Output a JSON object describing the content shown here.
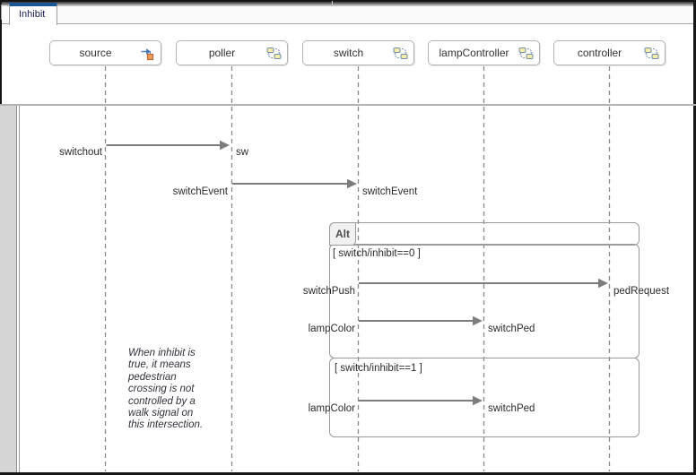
{
  "tab": {
    "label": "Inhibit"
  },
  "diagram": {
    "lifelines": [
      {
        "name": "source",
        "icon": "source-input-icon"
      },
      {
        "name": "poller",
        "icon": "stateflow-chart-icon"
      },
      {
        "name": "switch",
        "icon": "stateflow-chart-icon"
      },
      {
        "name": "lampController",
        "icon": "stateflow-chart-icon"
      },
      {
        "name": "controller",
        "icon": "stateflow-chart-icon"
      }
    ],
    "messages": [
      {
        "from": "source",
        "to": "poller",
        "send_label": "switchout",
        "receive_label": "sw"
      },
      {
        "from": "poller",
        "to": "switch",
        "send_label": "switchEvent",
        "receive_label": "switchEvent"
      },
      {
        "from": "switch",
        "to": "controller",
        "send_label": "switchPush",
        "receive_label": "pedRequest",
        "fragment": "Alt",
        "operand": 0
      },
      {
        "from": "switch",
        "to": "lampController",
        "send_label": "lampColor",
        "receive_label": "switchPed",
        "fragment": "Alt",
        "operand": 0
      },
      {
        "from": "switch",
        "to": "lampController",
        "send_label": "lampColor",
        "receive_label": "switchPed",
        "fragment": "Alt",
        "operand": 1
      }
    ],
    "fragment": {
      "operator": "Alt",
      "operands": [
        {
          "guard": "[ switch/inhibit==0 ]"
        },
        {
          "guard": "[ switch/inhibit==1 ]"
        }
      ]
    },
    "annotation": {
      "text": "When inhibit is\ntrue, it means\npedestrian\ncrossing is not\ncontrolled by a\nwalk signal on\nthis intersection."
    }
  },
  "colors": {
    "tab_accent": "#1a5796",
    "arrow": "#7d7d7d",
    "head_border": "#b4b4b4",
    "fragment_border": "#9b9b9b",
    "lifeline": "#8a8a8a"
  }
}
